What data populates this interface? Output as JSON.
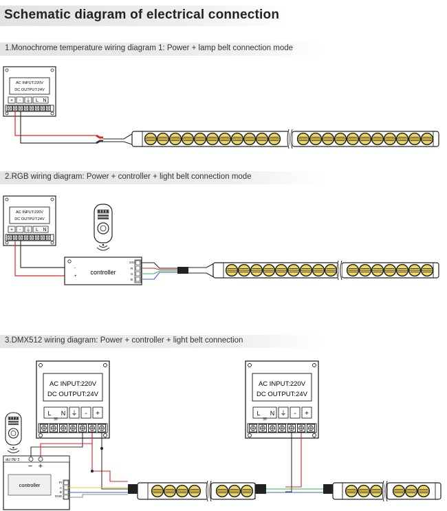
{
  "title": "Schematic diagram of electrical connection",
  "sections": [
    {
      "label": "1.Monochrome temperature wiring diagram 1: Power + lamp belt connection mode"
    },
    {
      "label": "2.RGB wiring diagram: Power + controller + light belt connection mode"
    },
    {
      "label": "3.DMX512 wiring diagram: Power + controller + light belt connection"
    }
  ],
  "power_supply": {
    "ac_input": "AC INPUT:220V",
    "dc_output": "DC OUTPUT:24V",
    "dmx_ac_input": "AC INPUT:220V",
    "dmx_dc_output": "DC OUTPUT:24V",
    "terminals_small": [
      "+",
      "-",
      "⏚",
      "L",
      "N"
    ],
    "terminals_large": [
      "L",
      "N",
      "⏚",
      "-",
      "+"
    ],
    "subscript": "35"
  },
  "rgb_controller": {
    "label": "controller",
    "pin_24v": "24V",
    "pin_r": "R",
    "pin_g": "G",
    "pin_b": "B",
    "in_plus": "+",
    "in_minus": "-"
  },
  "dmx_controller": {
    "label": "controller",
    "header": "dc/ IN/ 2",
    "pin_minus": "−",
    "pin_plus": "+",
    "pins": [
      "PI",
      "A",
      "B",
      "GND"
    ]
  },
  "colors": {
    "wire_red": "#d9242b",
    "wire_black": "#333333",
    "wire_green": "#2db84a",
    "wire_blue": "#3a5fd6",
    "wire_yellow": "#e8c531",
    "led_fill": "#f2d95a",
    "led_stroke": "#222222"
  }
}
